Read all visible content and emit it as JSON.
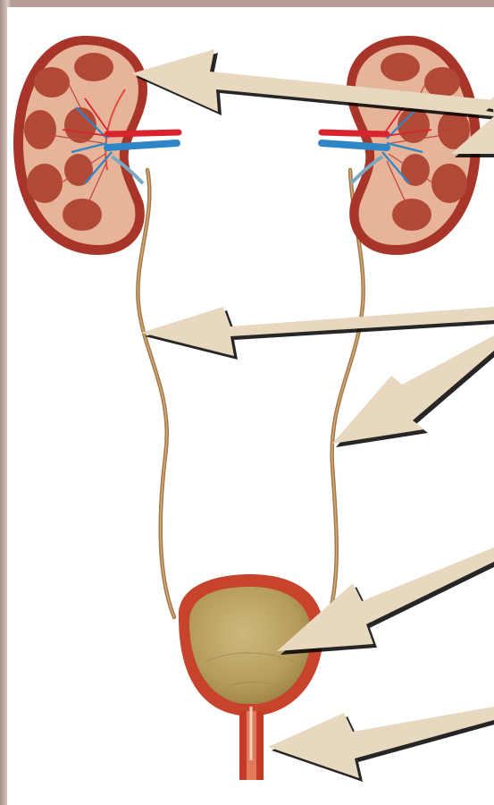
{
  "diagram": {
    "colors": {
      "kidney_outer": "#a8352a",
      "kidney_cortex": "#e7b49a",
      "kidney_pyramid": "#b04a36",
      "artery": "#d9232e",
      "vein": "#2f86c6",
      "ureter": "#b68a5a",
      "bladder_wall": "#c8432c",
      "bladder_inner": "#b9a265",
      "arrow_fill": "#e8d8bf",
      "arrow_shadow": "#000000"
    },
    "parts": [
      {
        "id": "kidney-left",
        "label": ""
      },
      {
        "id": "kidney-right",
        "label": ""
      },
      {
        "id": "ureter-left",
        "label": ""
      },
      {
        "id": "ureter-right",
        "label": ""
      },
      {
        "id": "bladder",
        "label": ""
      },
      {
        "id": "urethra",
        "label": ""
      }
    ],
    "pointer_arrows": [
      {
        "id": "arrow-kidney-left",
        "target": "kidney-left"
      },
      {
        "id": "arrow-kidney-right",
        "target": "kidney-right"
      },
      {
        "id": "arrow-ureter-left",
        "target": "ureter-left"
      },
      {
        "id": "arrow-ureter-right",
        "target": "ureter-right"
      },
      {
        "id": "arrow-bladder",
        "target": "bladder"
      },
      {
        "id": "arrow-urethra",
        "target": "urethra"
      }
    ]
  }
}
